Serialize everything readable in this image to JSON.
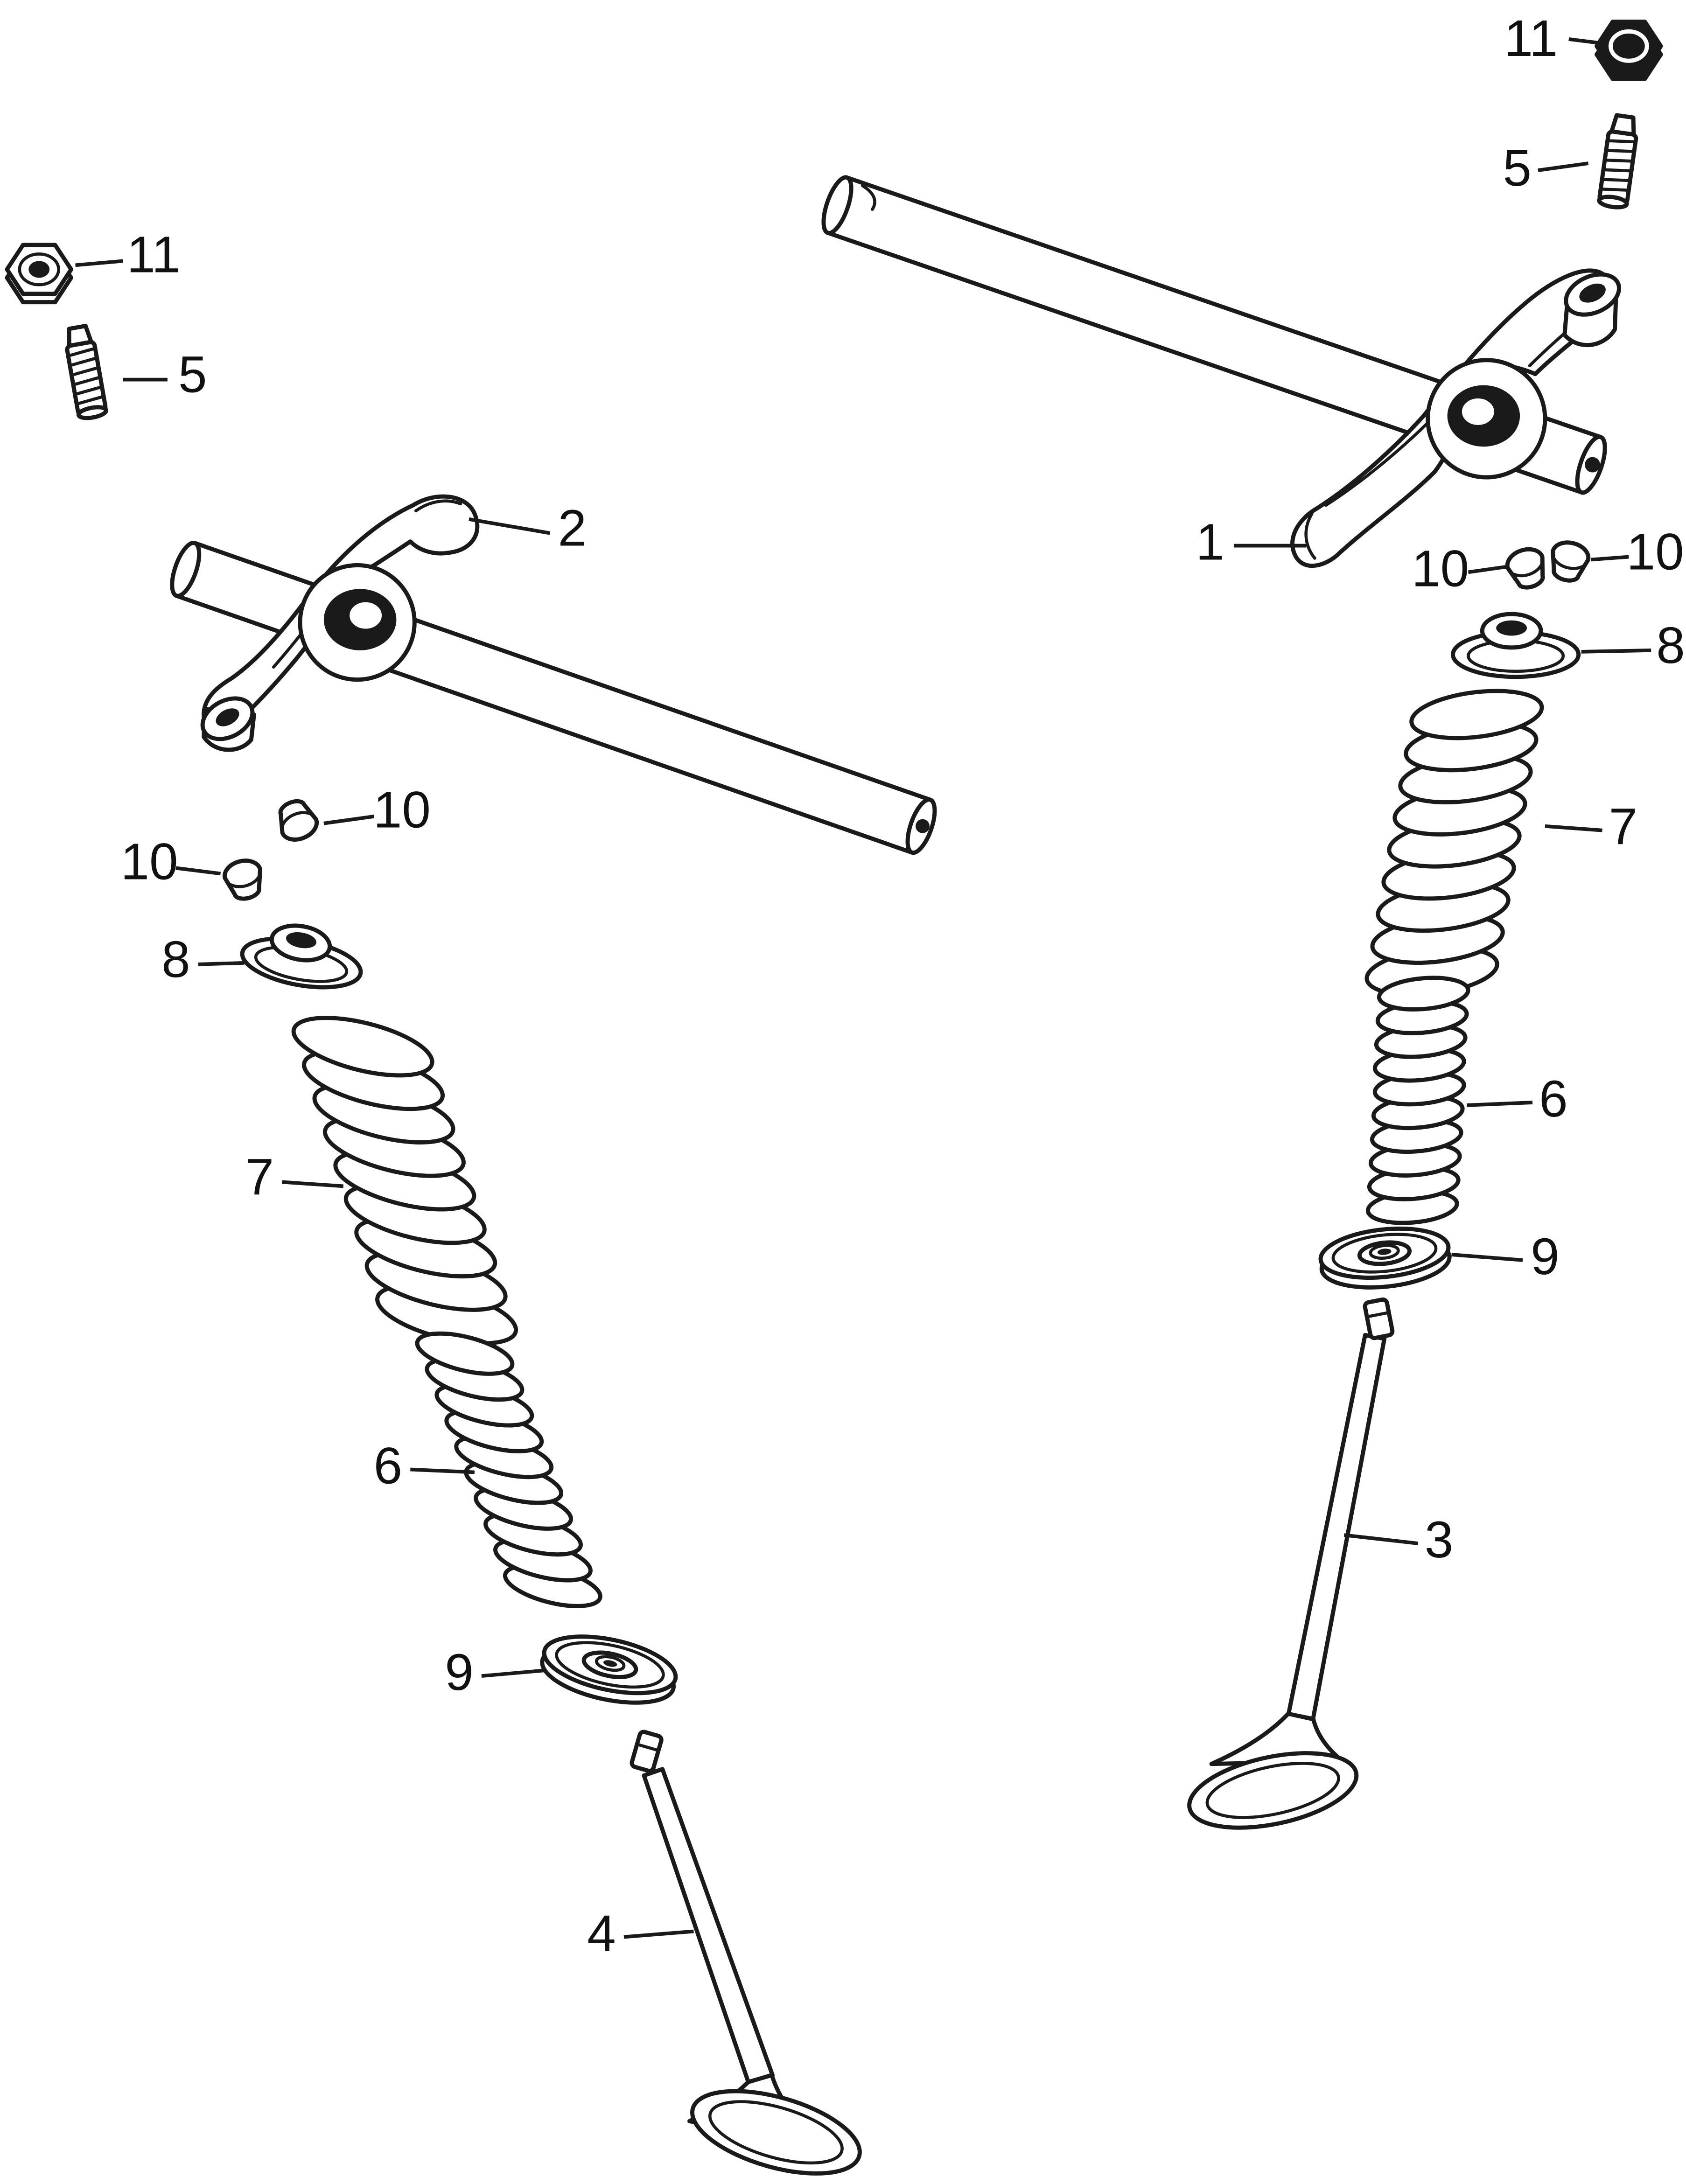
{
  "figure": {
    "ink_color": "#1a1a1a",
    "paper_color": "#ffffff",
    "callouts": [
      {
        "label": "11"
      },
      {
        "label": "5"
      },
      {
        "label": "11"
      },
      {
        "label": "5"
      },
      {
        "label": "2"
      },
      {
        "label": "1"
      },
      {
        "label": "10"
      },
      {
        "label": "10"
      },
      {
        "label": "8"
      },
      {
        "label": "7"
      },
      {
        "label": "6"
      },
      {
        "label": "9"
      },
      {
        "label": "3"
      },
      {
        "label": "10"
      },
      {
        "label": "10"
      },
      {
        "label": "8"
      },
      {
        "label": "7"
      },
      {
        "label": "6"
      },
      {
        "label": "9"
      },
      {
        "label": "4"
      }
    ]
  }
}
